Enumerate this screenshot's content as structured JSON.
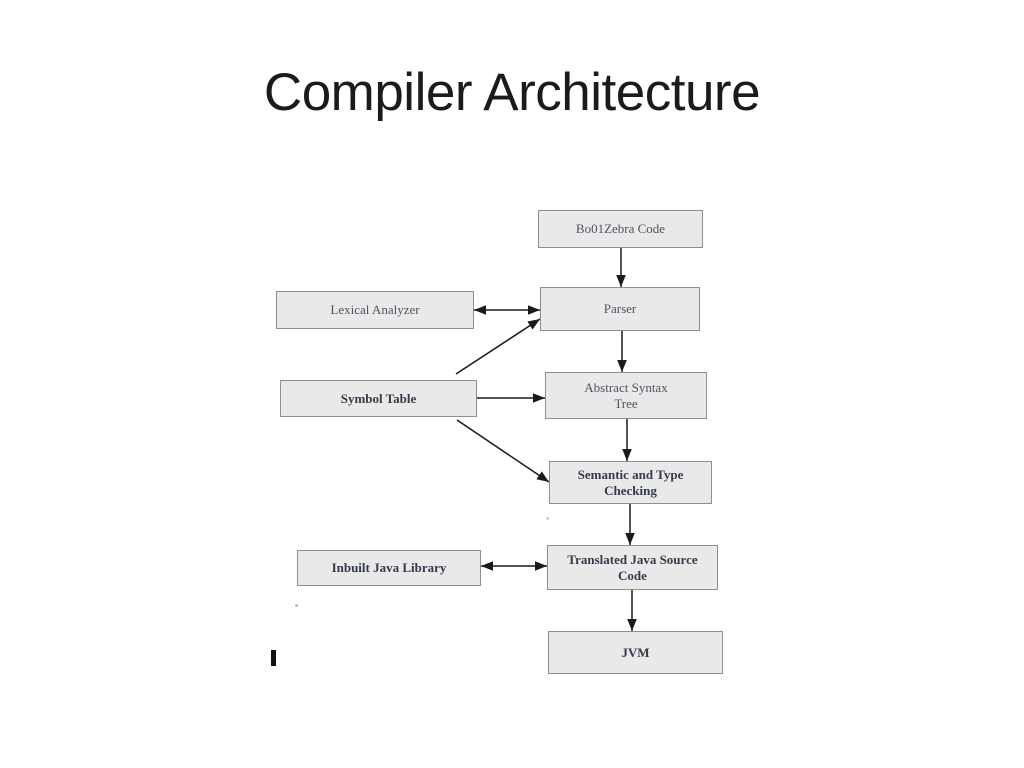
{
  "slide": {
    "title": "Compiler Architecture"
  },
  "diagram": {
    "nodes": [
      {
        "id": "bo01zebra-code",
        "label": "Bo01Zebra Code"
      },
      {
        "id": "parser",
        "label": "Parser"
      },
      {
        "id": "lexical-analyzer",
        "label": "Lexical Analyzer"
      },
      {
        "id": "abstract-syntax-tree",
        "label": "Abstract Syntax\nTree"
      },
      {
        "id": "symbol-table",
        "label": "Symbol Table"
      },
      {
        "id": "semantic-type-checking",
        "label": "Semantic and Type\nChecking"
      },
      {
        "id": "inbuilt-java-library",
        "label": "Inbuilt Java Library"
      },
      {
        "id": "translated-java-source",
        "label": "Translated Java Source\nCode"
      },
      {
        "id": "jvm",
        "label": "JVM"
      }
    ],
    "edges": [
      {
        "from": "bo01zebra-code",
        "to": "parser",
        "direction": "one-way"
      },
      {
        "from": "lexical-analyzer",
        "to": "parser",
        "direction": "two-way"
      },
      {
        "from": "symbol-table",
        "to": "parser",
        "direction": "one-way"
      },
      {
        "from": "parser",
        "to": "abstract-syntax-tree",
        "direction": "one-way"
      },
      {
        "from": "symbol-table",
        "to": "abstract-syntax-tree",
        "direction": "one-way"
      },
      {
        "from": "abstract-syntax-tree",
        "to": "semantic-type-checking",
        "direction": "one-way"
      },
      {
        "from": "symbol-table",
        "to": "semantic-type-checking",
        "direction": "one-way"
      },
      {
        "from": "semantic-type-checking",
        "to": "translated-java-source",
        "direction": "one-way"
      },
      {
        "from": "inbuilt-java-library",
        "to": "translated-java-source",
        "direction": "two-way"
      },
      {
        "from": "translated-java-source",
        "to": "jvm",
        "direction": "one-way"
      }
    ],
    "colors": {
      "box_fill": "#e9e9e9",
      "box_border": "#8f8f8f",
      "arrow": "#1a1a1a",
      "label_text": "#4c5564",
      "label_text_bold": "#333b49",
      "title_text": "#1b1b1b"
    }
  }
}
